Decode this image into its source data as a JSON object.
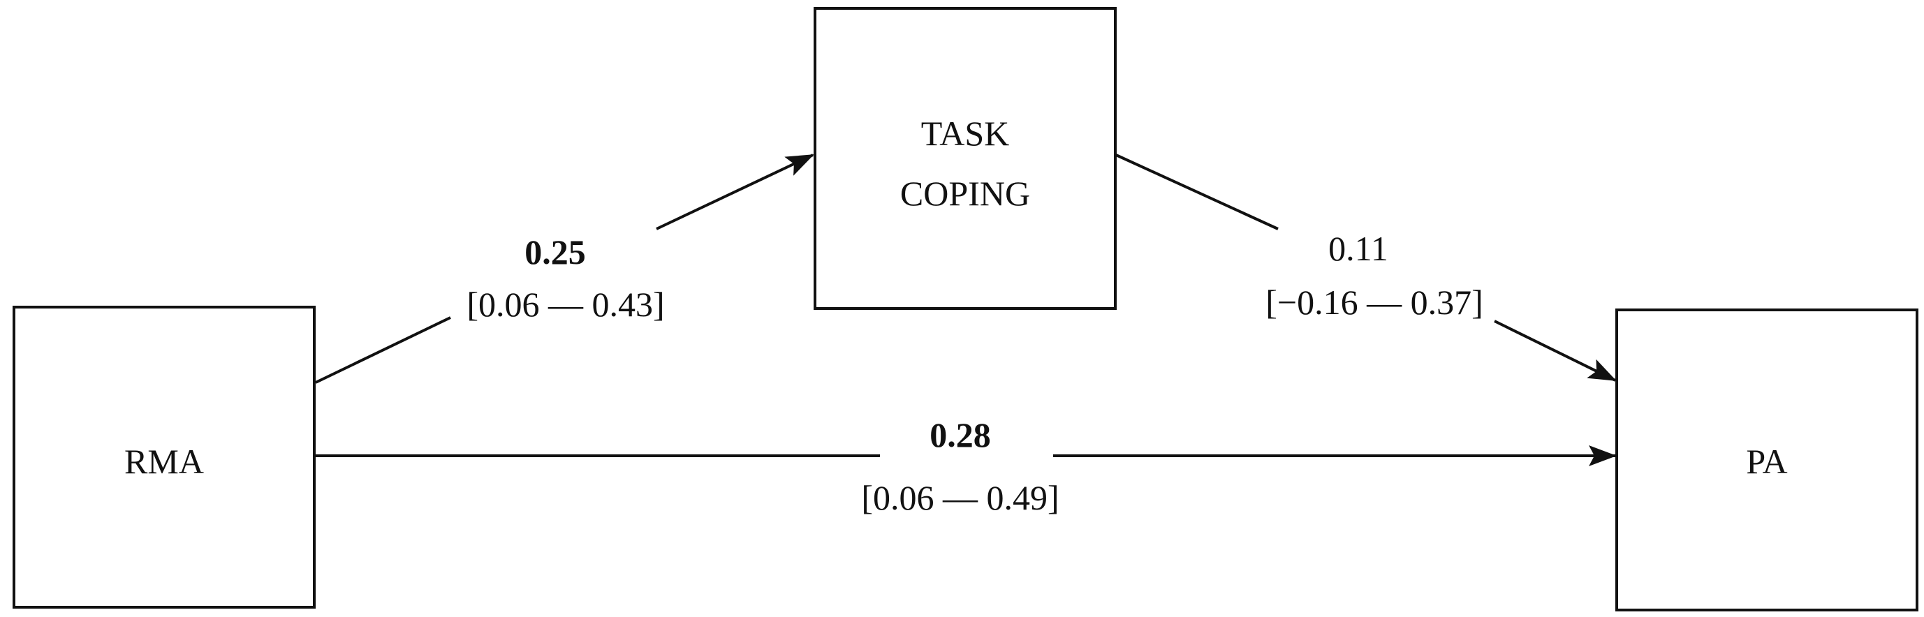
{
  "nodes": {
    "rma": {
      "label": "RMA"
    },
    "task_coping": {
      "line1": "TASK",
      "line2": "COPING"
    },
    "pa": {
      "label": "PA"
    }
  },
  "paths": {
    "rma_to_task": {
      "coefficient": "0.25",
      "ci": "[0.06 — 0.43]",
      "significant": true
    },
    "task_to_pa": {
      "coefficient": "0.11",
      "ci": "[−0.16 — 0.37]",
      "significant": false
    },
    "rma_to_pa": {
      "coefficient": "0.28",
      "ci": "[0.06 — 0.49]",
      "significant": true
    }
  },
  "colors": {
    "stroke": "#111111",
    "background": "#ffffff"
  }
}
